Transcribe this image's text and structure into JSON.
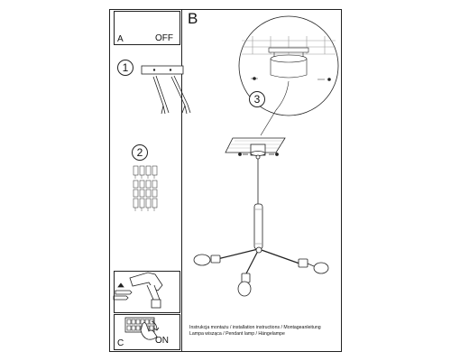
{
  "panels": {
    "a": {
      "letter": "A",
      "switch_state": "OFF"
    },
    "b": {
      "letter": "B"
    },
    "c": {
      "letter": "C",
      "switch_state": "ON"
    }
  },
  "steps": [
    "1",
    "2",
    "3"
  ],
  "footer": {
    "line1": "Instrukcja montażu / installation instructions / Montageanleitung",
    "line2": "Lampa wisząca / Pendant lamp / Hängelampe"
  },
  "icons": [
    "terminal-block-icon",
    "hand-icon",
    "drill-icon",
    "wall-plug-icon",
    "screw-icon",
    "wire-icon",
    "pendant-lamp-icon",
    "canopy-icon",
    "light-bulb-icon"
  ]
}
